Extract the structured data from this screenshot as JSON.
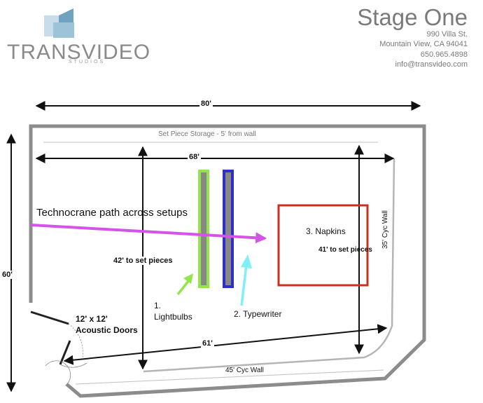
{
  "logo": {
    "word_a": "TRANS",
    "word_b": "VIDEO",
    "sub": "STUDIOS",
    "colors": {
      "dark": "#6fa3c0",
      "mid": "#9cc3d8",
      "light": "#c8dde9"
    }
  },
  "header": {
    "title": "Stage One",
    "address_line1": "990 Villa St.",
    "address_line2": "Mountain View, CA 94041",
    "phone": "650.965.4898",
    "email": "info@transvideo.com"
  },
  "floorplan": {
    "dim_80": "80'",
    "dim_68": "68'",
    "dim_60": "60'",
    "dim_61": "61'",
    "dim_42": "42' to set pieces",
    "dim_41": "41' to set pieces",
    "storage": "Set Piece Storage - 5' from wall",
    "cyc_35": "35' Cyc Wall",
    "cyc_45": "45' Cyc Wall",
    "doors_line1": "12' x 12'",
    "doors_line2": "Acoustic Doors",
    "crane_path": "Technocrane path across setups",
    "setup1_number": "1.",
    "setup1_name": "Lightbulbs",
    "setup2": "2. Typewriter",
    "setup3": "3. Napkins",
    "colors": {
      "wall": "#8c8c8c",
      "lightbulbs": "#93e64a",
      "typewriter": "#2d2fc8",
      "napkins": "#c9311e",
      "crane": "#d453e8",
      "typewriter_arrow": "#7ff0f6"
    }
  }
}
